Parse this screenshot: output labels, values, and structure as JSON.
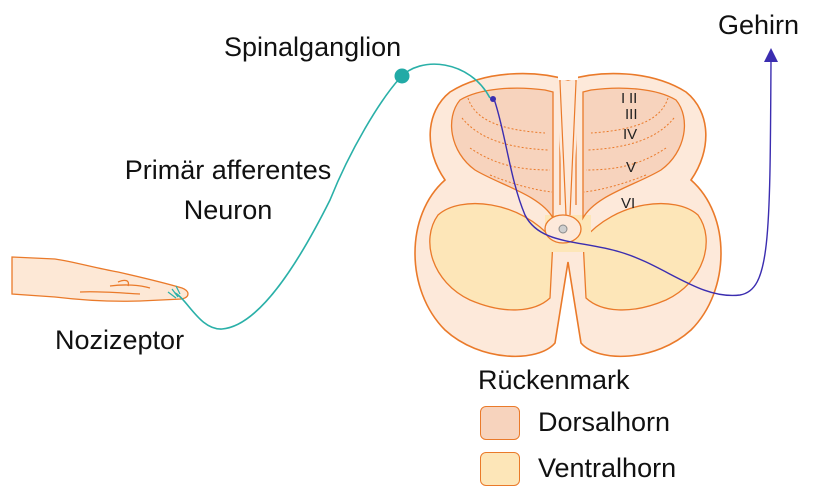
{
  "labels": {
    "spinalganglion": "Spinalganglion",
    "gehirn": "Gehirn",
    "neuron_line1": "Primär afferentes",
    "neuron_line2": "Neuron",
    "nozizeptor": "Nozizeptor",
    "rueckenmark": "Rückenmark"
  },
  "laminae": [
    "I",
    "II",
    "III",
    "IV",
    "V",
    "VI"
  ],
  "legend": {
    "items": [
      {
        "label": "Dorsalhorn",
        "color": "#f7d3bd"
      },
      {
        "label": "Ventralhorn",
        "color": "#fde6b8"
      }
    ]
  },
  "colors": {
    "outline": "#ea7a2a",
    "white_matter": "#fde9da",
    "neuron": "#2ab0a8",
    "pathway": "#3b2db0",
    "ganglion": "#22aaa6"
  }
}
